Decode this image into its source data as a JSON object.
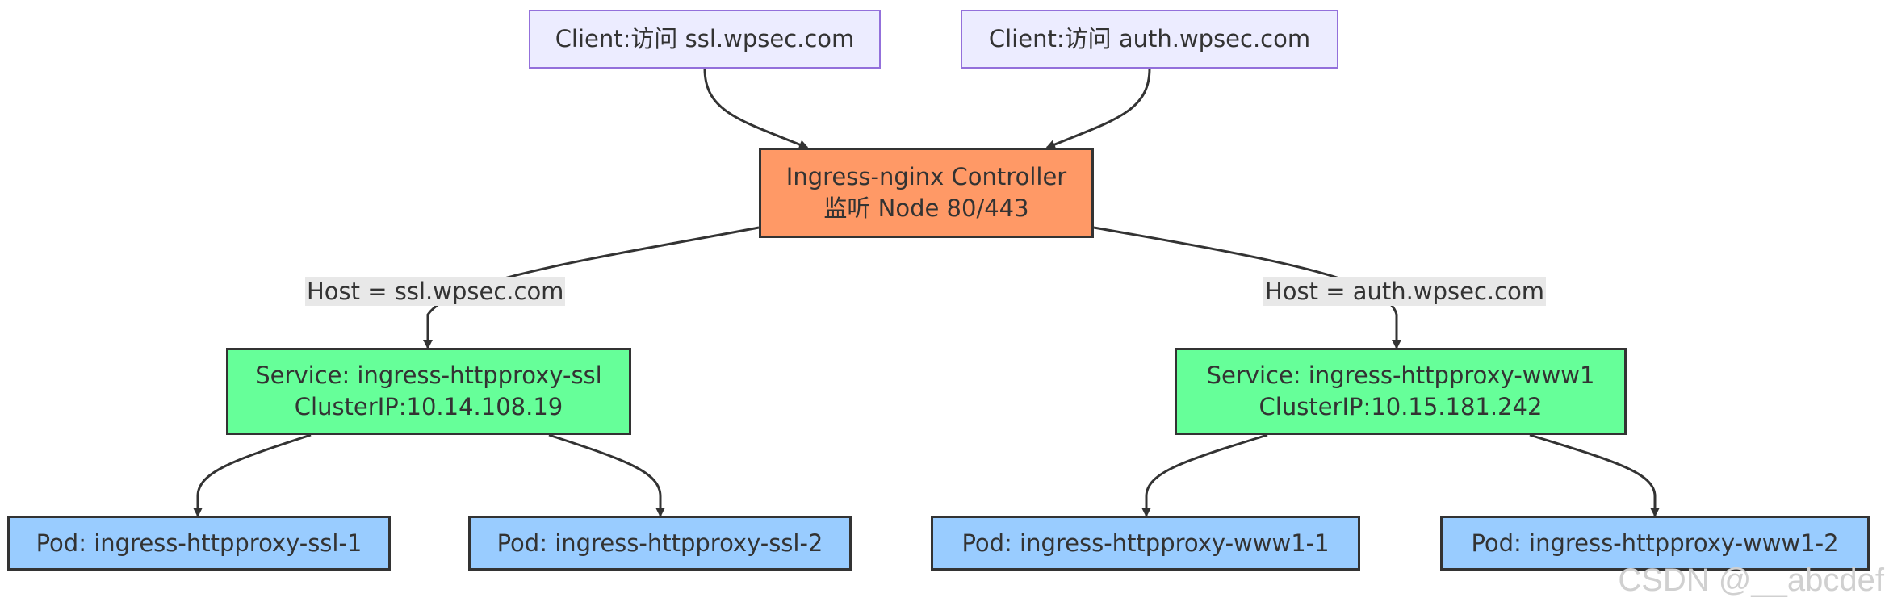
{
  "nodes": {
    "client_ssl": "Client:访问 ssl.wpsec.com",
    "client_auth": "Client:访问 auth.wpsec.com",
    "controller": {
      "line1": "Ingress-nginx Controller",
      "line2": "监听 Node 80/443"
    },
    "service_ssl": {
      "line1": "Service: ingress-httpproxy-ssl",
      "line2": "ClusterIP:10.14.108.19"
    },
    "service_www1": {
      "line1": "Service: ingress-httpproxy-www1",
      "line2": "ClusterIP:10.15.181.242"
    },
    "pod_ssl_1": "Pod: ingress-httpproxy-ssl-1",
    "pod_ssl_2": "Pod: ingress-httpproxy-ssl-2",
    "pod_www1_1": "Pod: ingress-httpproxy-www1-1",
    "pod_www1_2": "Pod: ingress-httpproxy-www1-2"
  },
  "edge_labels": {
    "host_ssl": "Host = ssl.wpsec.com",
    "host_auth": "Host = auth.wpsec.com"
  },
  "colors": {
    "client_fill": "#ececff",
    "client_border": "#9370db",
    "controller_fill": "#ff9966",
    "service_fill": "#66ff99",
    "pod_fill": "#99ccff",
    "edge": "#333333",
    "label_bg": "#e8e8e8"
  },
  "watermark": "CSDN @__abcdef"
}
